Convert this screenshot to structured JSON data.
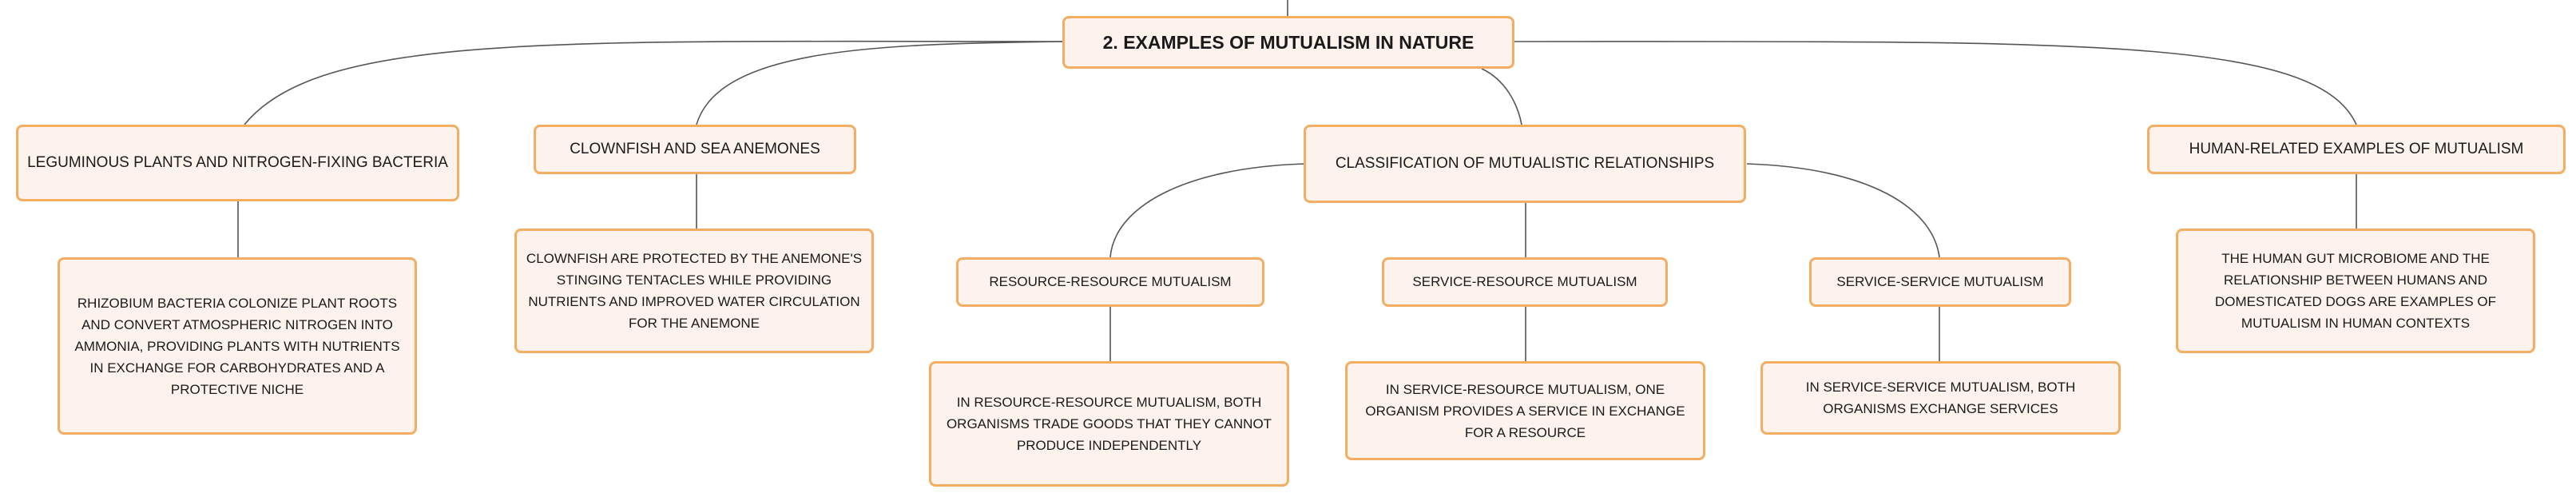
{
  "root": {
    "title": "2. EXAMPLES OF MUTUALISM IN NATURE"
  },
  "branches": [
    {
      "title": "LEGUMINOUS PLANTS AND NITROGEN-FIXING BACTERIA",
      "detail": "RHIZOBIUM BACTERIA COLONIZE PLANT ROOTS AND CONVERT ATMOSPHERIC NITROGEN INTO AMMONIA, PROVIDING PLANTS WITH NUTRIENTS IN EXCHANGE FOR CARBOHYDRATES AND A PROTECTIVE NICHE"
    },
    {
      "title": "CLOWNFISH AND SEA ANEMONES",
      "detail": "CLOWNFISH ARE PROTECTED BY THE ANEMONE'S STINGING TENTACLES WHILE PROVIDING NUTRIENTS AND IMPROVED WATER CIRCULATION FOR THE ANEMONE"
    },
    {
      "title": "CLASSIFICATION OF MUTUALISTIC RELATIONSHIPS",
      "children": [
        {
          "title": "RESOURCE-RESOURCE MUTUALISM",
          "detail": "IN RESOURCE-RESOURCE MUTUALISM, BOTH ORGANISMS TRADE GOODS THAT THEY CANNOT PRODUCE INDEPENDENTLY"
        },
        {
          "title": "SERVICE-RESOURCE MUTUALISM",
          "detail": "IN SERVICE-RESOURCE MUTUALISM, ONE ORGANISM PROVIDES A SERVICE IN EXCHANGE FOR A RESOURCE"
        },
        {
          "title": "SERVICE-SERVICE MUTUALISM",
          "detail": "IN SERVICE-SERVICE MUTUALISM, BOTH ORGANISMS EXCHANGE SERVICES"
        }
      ]
    },
    {
      "title": "HUMAN-RELATED EXAMPLES OF MUTUALISM",
      "detail": "THE HUMAN GUT MICROBIOME AND THE RELATIONSHIP BETWEEN HUMANS AND DOMESTICATED DOGS ARE EXAMPLES OF MUTUALISM IN HUMAN CONTEXTS"
    }
  ]
}
